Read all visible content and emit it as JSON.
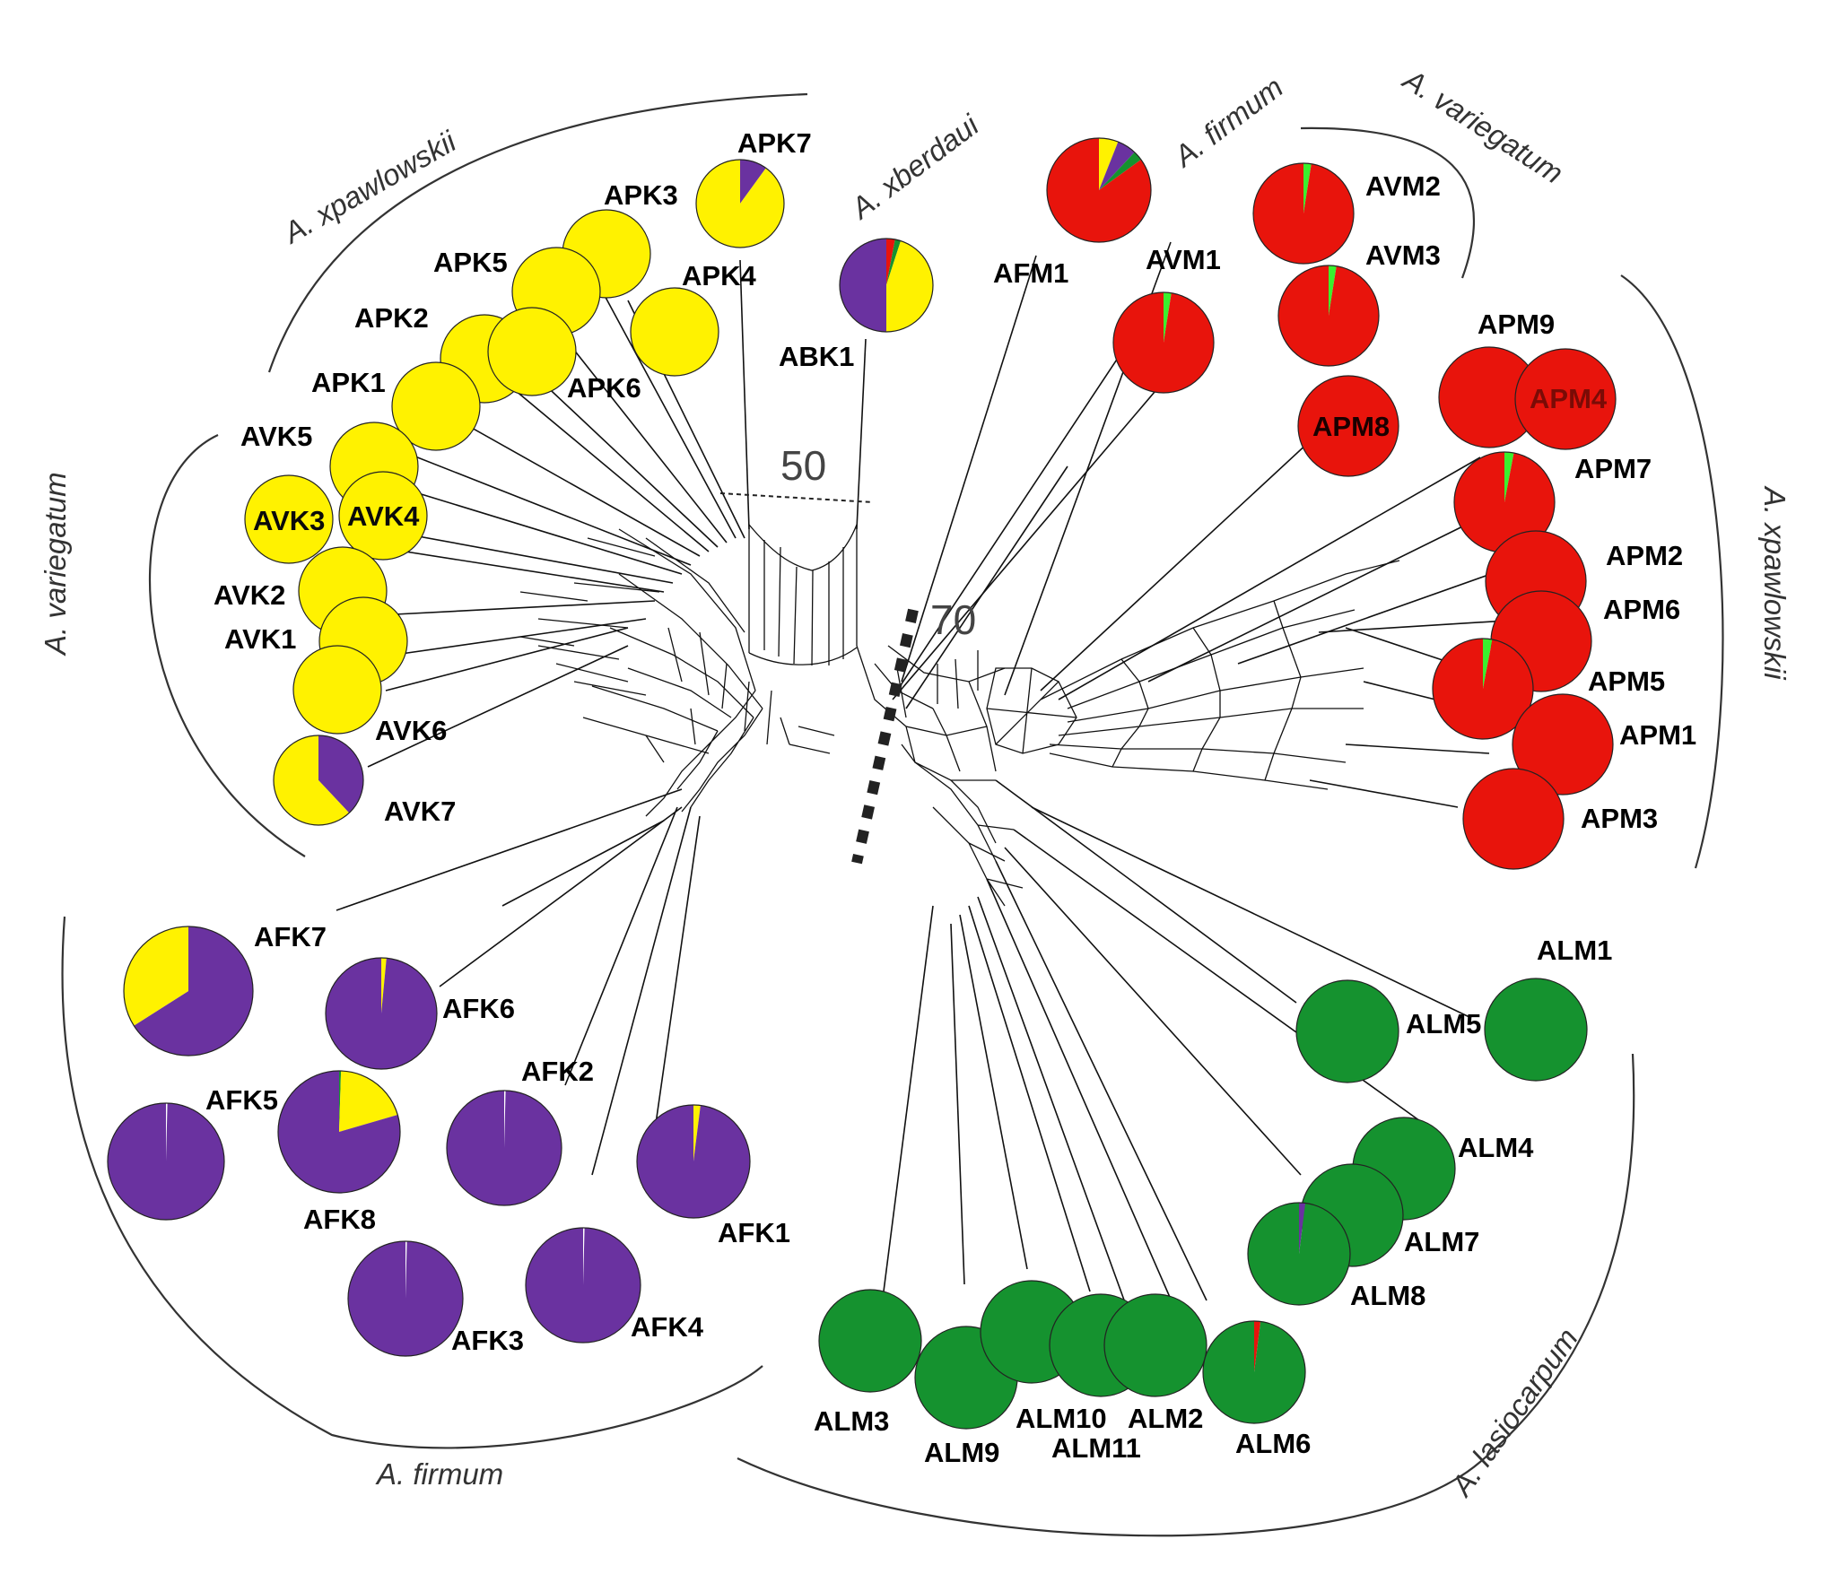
{
  "colors": {
    "yellow": "#FFF200",
    "red": "#E8140C",
    "green": "#15922F",
    "purple": "#6A32A0",
    "lime": "#3AF02E",
    "white": "#FFFFFF"
  },
  "thresholds": {
    "upper": "50",
    "lower": "70"
  },
  "species_labels": [
    "A. xpawlowskii",
    "A. xberdaui",
    "A. firmum",
    "A. variegatum",
    "A. variegatum",
    "A. xpawlowskii",
    "A. lasiocarpum",
    "A. firmum"
  ],
  "samples": [
    {
      "id": "APK7",
      "composition": [
        [
          "purple",
          0.1
        ],
        [
          "yellow",
          0.9
        ]
      ]
    },
    {
      "id": "APK3",
      "composition": [
        [
          "yellow",
          1.0
        ]
      ]
    },
    {
      "id": "APK5",
      "composition": [
        [
          "yellow",
          1.0
        ]
      ]
    },
    {
      "id": "APK2",
      "composition": [
        [
          "yellow",
          1.0
        ]
      ]
    },
    {
      "id": "APK4",
      "composition": [
        [
          "yellow",
          1.0
        ]
      ]
    },
    {
      "id": "APK6",
      "composition": [
        [
          "yellow",
          1.0
        ]
      ]
    },
    {
      "id": "APK1",
      "composition": [
        [
          "yellow",
          1.0
        ]
      ]
    },
    {
      "id": "AVK5",
      "composition": [
        [
          "yellow",
          1.0
        ]
      ]
    },
    {
      "id": "AVK3",
      "composition": [
        [
          "yellow",
          1.0
        ]
      ]
    },
    {
      "id": "AVK4",
      "composition": [
        [
          "yellow",
          1.0
        ]
      ]
    },
    {
      "id": "AVK2",
      "composition": [
        [
          "yellow",
          1.0
        ]
      ]
    },
    {
      "id": "AVK1",
      "composition": [
        [
          "yellow",
          1.0
        ]
      ]
    },
    {
      "id": "AVK6",
      "composition": [
        [
          "yellow",
          1.0
        ]
      ]
    },
    {
      "id": "AVK7",
      "composition": [
        [
          "purple",
          0.38
        ],
        [
          "yellow",
          0.62
        ]
      ]
    },
    {
      "id": "ABK1",
      "composition": [
        [
          "red",
          0.03
        ],
        [
          "green",
          0.02
        ],
        [
          "yellow",
          0.45
        ],
        [
          "purple",
          0.5
        ]
      ]
    },
    {
      "id": "AFM1",
      "composition": [
        [
          "yellow",
          0.06
        ],
        [
          "purple",
          0.06
        ],
        [
          "green",
          0.03
        ],
        [
          "red",
          0.85
        ]
      ]
    },
    {
      "id": "AVM2",
      "composition": [
        [
          "lime",
          0.025
        ],
        [
          "red",
          0.975
        ]
      ]
    },
    {
      "id": "AVM1",
      "composition": [
        [
          "lime",
          0.025
        ],
        [
          "red",
          0.975
        ]
      ]
    },
    {
      "id": "AVM3",
      "composition": [
        [
          "lime",
          0.025
        ],
        [
          "red",
          0.975
        ]
      ]
    },
    {
      "id": "APM8",
      "composition": [
        [
          "red",
          1.0
        ]
      ]
    },
    {
      "id": "APM9",
      "composition": [
        [
          "red",
          1.0
        ]
      ]
    },
    {
      "id": "APM4",
      "composition": [
        [
          "red",
          1.0
        ]
      ]
    },
    {
      "id": "APM7",
      "composition": [
        [
          "lime",
          0.03
        ],
        [
          "red",
          0.97
        ]
      ]
    },
    {
      "id": "APM2",
      "composition": [
        [
          "red",
          1.0
        ]
      ]
    },
    {
      "id": "APM6",
      "composition": [
        [
          "red",
          1.0
        ]
      ]
    },
    {
      "id": "APM5",
      "composition": [
        [
          "lime",
          0.03
        ],
        [
          "red",
          0.97
        ]
      ]
    },
    {
      "id": "APM1",
      "composition": [
        [
          "red",
          1.0
        ]
      ]
    },
    {
      "id": "APM3",
      "composition": [
        [
          "red",
          1.0
        ]
      ]
    },
    {
      "id": "AFK7",
      "composition": [
        [
          "purple",
          0.66
        ],
        [
          "yellow",
          0.34
        ]
      ]
    },
    {
      "id": "AFK6",
      "composition": [
        [
          "yellow",
          0.015
        ],
        [
          "purple",
          0.985
        ]
      ]
    },
    {
      "id": "AFK5",
      "composition": [
        [
          "white",
          0.004
        ],
        [
          "purple",
          0.996
        ]
      ]
    },
    {
      "id": "AFK8",
      "composition": [
        [
          "green",
          0.005
        ],
        [
          "yellow",
          0.2
        ],
        [
          "purple",
          0.795
        ]
      ]
    },
    {
      "id": "AFK2",
      "composition": [
        [
          "white",
          0.004
        ],
        [
          "purple",
          0.996
        ]
      ]
    },
    {
      "id": "AFK1",
      "composition": [
        [
          "yellow",
          0.02
        ],
        [
          "purple",
          0.98
        ]
      ]
    },
    {
      "id": "AFK3",
      "composition": [
        [
          "white",
          0.004
        ],
        [
          "purple",
          0.996
        ]
      ]
    },
    {
      "id": "AFK4",
      "composition": [
        [
          "white",
          0.004
        ],
        [
          "purple",
          0.996
        ]
      ]
    },
    {
      "id": "ALM1",
      "composition": [
        [
          "green",
          1.0
        ]
      ]
    },
    {
      "id": "ALM5",
      "composition": [
        [
          "green",
          1.0
        ]
      ]
    },
    {
      "id": "ALM4",
      "composition": [
        [
          "green",
          1.0
        ]
      ]
    },
    {
      "id": "ALM7",
      "composition": [
        [
          "green",
          1.0
        ]
      ]
    },
    {
      "id": "ALM8",
      "composition": [
        [
          "purple",
          0.02
        ],
        [
          "green",
          0.98
        ]
      ]
    },
    {
      "id": "ALM3",
      "composition": [
        [
          "green",
          1.0
        ]
      ]
    },
    {
      "id": "ALM9",
      "composition": [
        [
          "green",
          1.0
        ]
      ]
    },
    {
      "id": "ALM10",
      "composition": [
        [
          "green",
          1.0
        ]
      ]
    },
    {
      "id": "ALM11",
      "composition": [
        [
          "green",
          1.0
        ]
      ]
    },
    {
      "id": "ALM2",
      "composition": [
        [
          "green",
          1.0
        ]
      ]
    },
    {
      "id": "ALM6",
      "composition": [
        [
          "red",
          0.02
        ],
        [
          "green",
          0.98
        ]
      ]
    }
  ]
}
